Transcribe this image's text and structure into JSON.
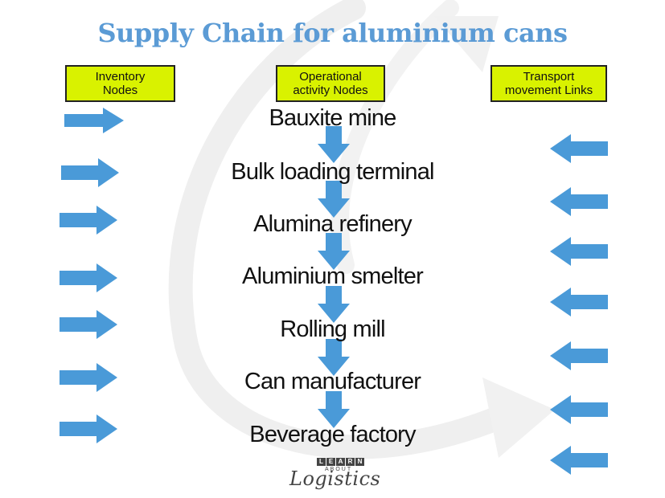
{
  "title": "Supply Chain for aluminium cans",
  "colors": {
    "title": "#5b9bd5",
    "arrow": "#4a9ad8",
    "label_box": "#d9f200",
    "background_swoosh": "#eeeeee"
  },
  "headers": {
    "inventory": "Inventory\nNodes",
    "operational": "Operational\nactivity Nodes",
    "transport": "Transport\nmovement Links"
  },
  "steps": [
    "Bauxite mine",
    "Bulk loading terminal",
    "Alumina refinery",
    "Aluminium smelter",
    "Rolling mill",
    "Can manufacturer",
    "Beverage factory"
  ],
  "logo": {
    "top_letters": [
      "L",
      "E",
      "A",
      "R",
      "N"
    ],
    "middle": "ABOUT",
    "script": "Logistics"
  }
}
